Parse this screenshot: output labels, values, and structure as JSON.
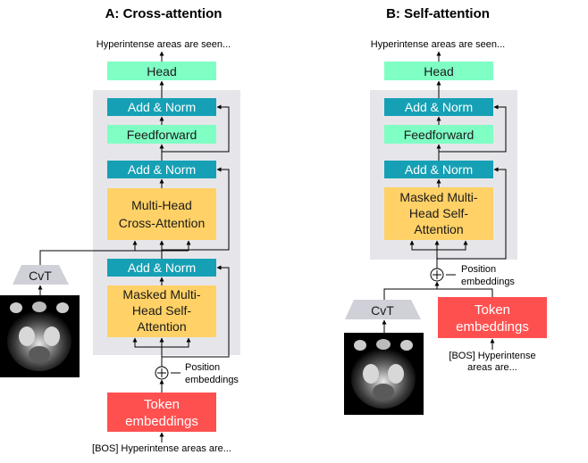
{
  "panel_a": {
    "title": "A: Cross-attention",
    "output_text": "Hyperintense areas are seen...",
    "head": "Head",
    "add_norm": "Add & Norm",
    "feedforward": "Feedforward",
    "cross_attention": [
      "Multi-Head",
      "Cross-Attention"
    ],
    "self_attention": [
      "Masked Multi-",
      "Head Self-",
      "Attention"
    ],
    "encoder": "CvT",
    "position": [
      "Position",
      "embeddings"
    ],
    "token": [
      "Token",
      "embeddings"
    ],
    "input_text": "[BOS] Hyperintense areas are..."
  },
  "panel_b": {
    "title": "B: Self-attention",
    "output_text": "Hyperintense areas are seen...",
    "head": "Head",
    "add_norm": "Add & Norm",
    "feedforward": "Feedforward",
    "self_attention": [
      "Masked Multi-",
      "Head Self-",
      "Attention"
    ],
    "encoder": "CvT",
    "position": [
      "Position",
      "embeddings"
    ],
    "token": [
      "Token",
      "embeddings"
    ],
    "input_text": [
      "[BOS] Hyperintense",
      "areas are..."
    ]
  },
  "colors": {
    "head": "#7fffc4",
    "add_norm": "#16a0b5",
    "attention": "#ffd166",
    "token": "#ff5050",
    "decoder_background": "#e6e6ea",
    "encoder": "#d0d0d8"
  },
  "icons": {
    "sum": "circle-plus-icon",
    "arrow": "arrowhead-icon",
    "scan": "mri-scan-image"
  }
}
